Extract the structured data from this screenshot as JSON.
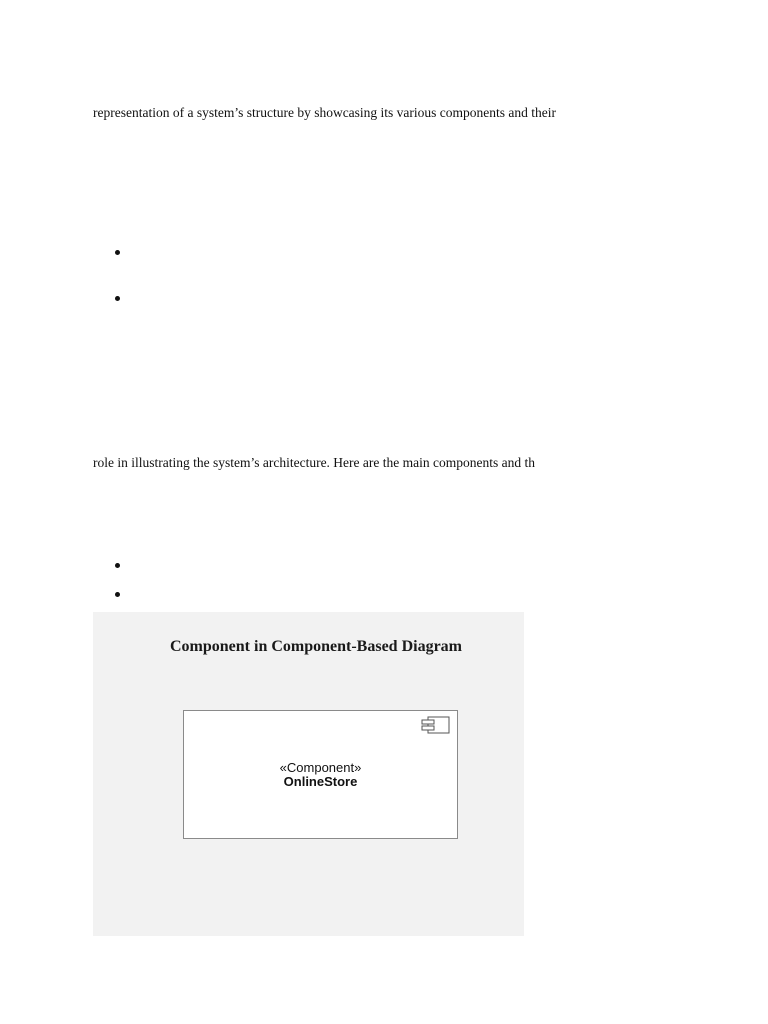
{
  "paragraphs": [
    "representation of a system’s structure by showcasing its various components and their",
    "role in illustrating the system’s architecture. Here are the main components and th"
  ],
  "figure": {
    "title": "Component in Component-Based Diagram",
    "component": {
      "stereotype": "«Component»",
      "name": "OnlineStore",
      "icon": "uml-component-icon"
    },
    "background_color": "#f2f2f2"
  }
}
